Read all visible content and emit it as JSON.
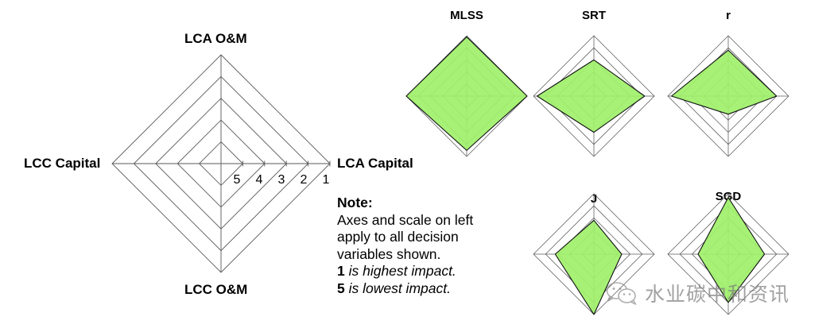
{
  "main_chart": {
    "axes": [
      {
        "label": "LCA O&M",
        "angle": "top"
      },
      {
        "label": "LCA Capital",
        "angle": "right"
      },
      {
        "label": "LCC O&M",
        "angle": "bottom"
      },
      {
        "label": "LCC Capital",
        "angle": "left"
      }
    ],
    "scale_labels": [
      "5",
      "4",
      "3",
      "2",
      "1"
    ],
    "rings": 5,
    "grid_color": "#5a5a5a"
  },
  "note": {
    "heading": "Note:",
    "line1": "Axes and scale on left",
    "line2": "apply to all decision",
    "line3": "variables shown.",
    "line4_bold": "1",
    "line4_italic": " is highest impact.",
    "line5_bold": "5",
    "line5_italic": " is lowest impact."
  },
  "watermark": {
    "icon": "wechat-icon",
    "text": "水业碳中和资讯"
  },
  "colors": {
    "fill": "#9ef06a",
    "stroke": "#111111",
    "grid": "#5a5a5a",
    "text": "#000000"
  },
  "chart_data": {
    "type": "radar",
    "title": "",
    "axes": [
      "LCA O&M",
      "LCA Capital",
      "LCC O&M",
      "LCC Capital"
    ],
    "scale_labels": [
      "5",
      "4",
      "3",
      "2",
      "1"
    ],
    "scale_note": "1 is highest impact, 5 is lowest impact (1 = outermost ring, 5 = innermost)",
    "rlim": [
      1,
      5
    ],
    "rings": 5,
    "grid": true,
    "legend": "none",
    "series": [
      {
        "name": "MLSS",
        "values": {
          "LCA O&M": 1.1,
          "LCA Capital": 1.0,
          "LCC O&M": 1.5,
          "LCC Capital": 1.0
        }
      },
      {
        "name": "SRT",
        "values": {
          "LCA O&M": 3.0,
          "LCA Capital": 1.8,
          "LCC O&M": 3.0,
          "LCC Capital": 1.3
        }
      },
      {
        "name": "r",
        "values": {
          "LCA O&M": 2.2,
          "LCA Capital": 2.0,
          "LCC O&M": 4.5,
          "LCC Capital": 1.3
        }
      },
      {
        "name": "J",
        "values": {
          "LCA O&M": 3.2,
          "LCA Capital": 3.7,
          "LCC O&M": 1.0,
          "LCC Capital": 2.8
        }
      },
      {
        "name": "SGD",
        "values": {
          "LCA O&M": 1.3,
          "LCA Capital": 3.0,
          "LCC O&M": 2.0,
          "LCC Capital": 3.5
        }
      }
    ]
  }
}
